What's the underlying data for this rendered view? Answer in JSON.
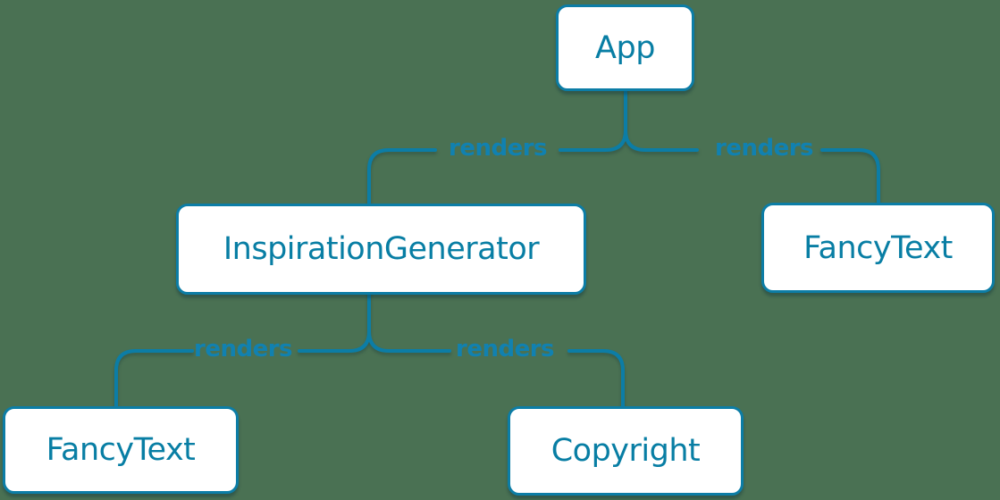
{
  "diagram": {
    "type": "tree",
    "description": "React component render tree",
    "background": "#4a7153",
    "colors": {
      "line": "#0c7da6",
      "boxBorder": "#0c7da6",
      "boxFill": "#ffffff",
      "nodeText": "#087ea4",
      "edgeLabel": "#1181b0"
    },
    "nodes": [
      {
        "id": "app",
        "label": "App"
      },
      {
        "id": "inspiration-generator",
        "label": "InspirationGenerator"
      },
      {
        "id": "fancy-text-top",
        "label": "FancyText"
      },
      {
        "id": "fancy-text-bottom",
        "label": "FancyText"
      },
      {
        "id": "copyright",
        "label": "Copyright"
      }
    ],
    "edges": [
      {
        "from": "App",
        "to": "InspirationGenerator",
        "label": "renders"
      },
      {
        "from": "App",
        "to": "FancyText",
        "label": "renders"
      },
      {
        "from": "InspirationGenerator",
        "to": "FancyText",
        "label": "renders"
      },
      {
        "from": "InspirationGenerator",
        "to": "Copyright",
        "label": "renders"
      }
    ]
  }
}
